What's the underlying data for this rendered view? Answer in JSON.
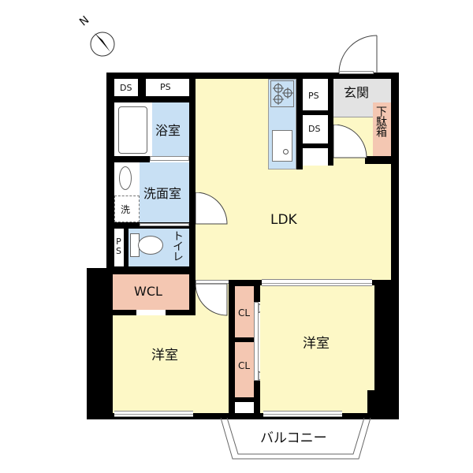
{
  "compass": {
    "label": "N",
    "icon": "north-arrow-icon"
  },
  "rooms": {
    "ldk": "LDK",
    "western_room_left": "洋室",
    "western_room_right": "洋室",
    "bathroom": "浴室",
    "washroom": "洗面室",
    "washer": "洗",
    "toilet": "トイレ",
    "entrance": "玄関",
    "shoe_box": "下駄箱",
    "wcl": "WCL",
    "closet_upper": "CL",
    "closet_lower": "CL",
    "balcony": "バルコニー"
  },
  "shafts": {
    "ds_top_left": "DS",
    "ps_top_left": "PS",
    "ps_kitchen": "PS",
    "ds_kitchen": "DS",
    "ps_toilet": "PS"
  },
  "colors": {
    "living": "#fdf8c6",
    "wet_area": "#c8e0f4",
    "storage": "#f4c7b2",
    "entrance": "#e3e3e3",
    "wall": "#000000"
  }
}
